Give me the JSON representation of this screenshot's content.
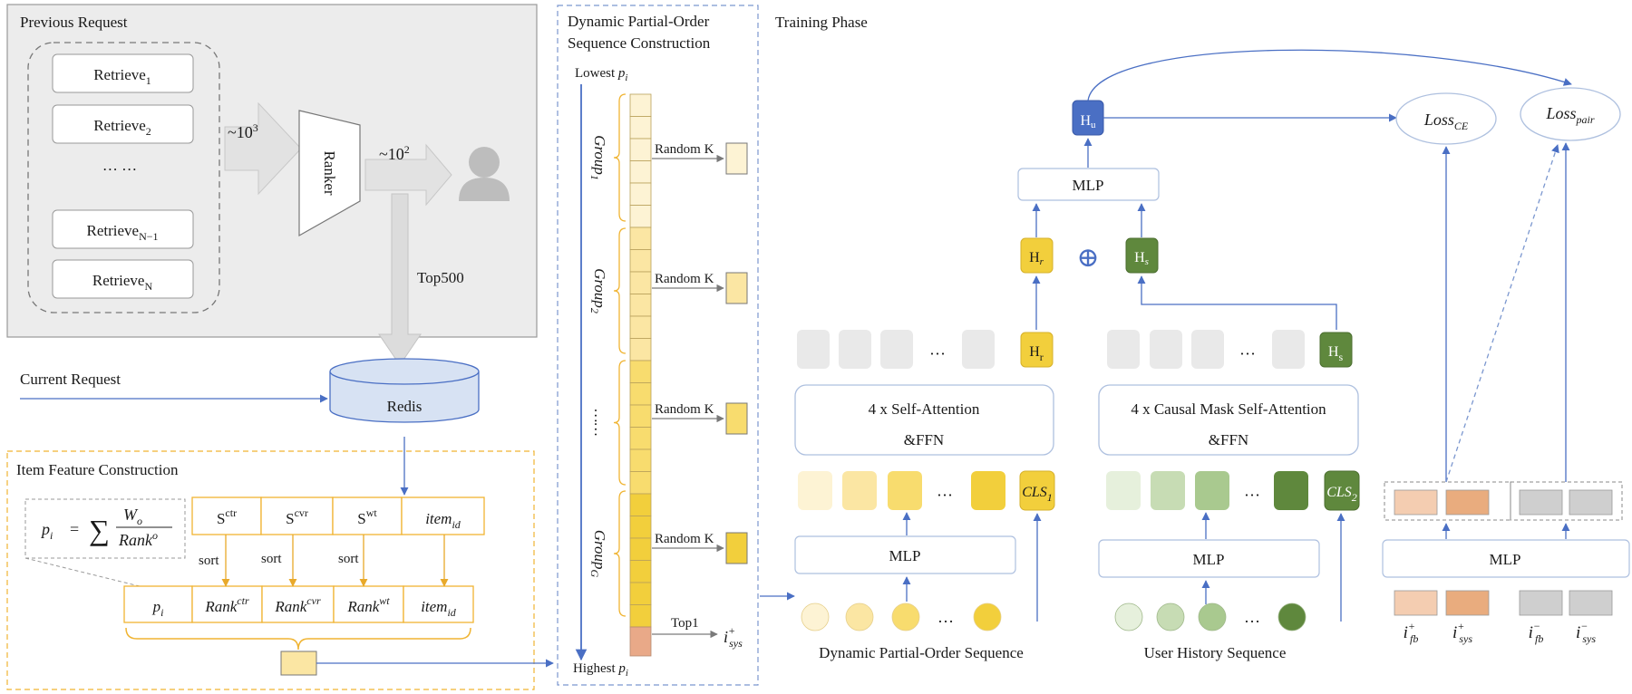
{
  "previous_request": {
    "title": "Previous Request",
    "retrieve_boxes": [
      {
        "base": "Retrieve",
        "sub": "1"
      },
      {
        "base": "Retrieve",
        "sub": "2"
      },
      {
        "base": "… …",
        "sub": ""
      },
      {
        "base": "Retrieve",
        "sub": "N−1"
      },
      {
        "base": "Retrieve",
        "sub": "N"
      }
    ],
    "count_in_base": "~10",
    "count_in_exp": "3",
    "ranker_label": "Ranker",
    "count_out_base": "~10",
    "count_out_exp": "2",
    "top500": "Top500"
  },
  "current_request": {
    "label": "Current Request",
    "redis_label": "Redis"
  },
  "item_feature": {
    "title": "Item Feature Construction",
    "formula": {
      "p": "p",
      "p_sub": "i",
      "eq": "=",
      "sum": "∑",
      "num_base": "W",
      "num_sub": "o",
      "den_base": "Rank",
      "den_sup": "o"
    },
    "scores": [
      {
        "base": "S",
        "sup": "ctr"
      },
      {
        "base": "S",
        "sup": "cvr"
      },
      {
        "base": "S",
        "sup": "wt"
      },
      {
        "base": "item",
        "sub": "id"
      }
    ],
    "sort_label": "sort",
    "ranks": [
      {
        "base": "p",
        "sub": "i"
      },
      {
        "base": "Rank",
        "sup": "ctr"
      },
      {
        "base": "Rank",
        "sup": "cvr"
      },
      {
        "base": "Rank",
        "sup": "wt"
      },
      {
        "base": "item",
        "sub": "id"
      }
    ]
  },
  "dpo": {
    "title_line1": "Dynamic Partial-Order",
    "title_line2": "Sequence Construction",
    "lowest": "Lowest ",
    "highest": "Highest ",
    "p": "p",
    "p_sub": "i",
    "groups": [
      {
        "base": "Group",
        "sub": "1"
      },
      {
        "base": "Group",
        "sub": "2"
      },
      {
        "base": "……",
        "sub": ""
      },
      {
        "base": "Group",
        "sub": "G"
      }
    ],
    "random_k": "Random K",
    "top1": "Top1",
    "isys_base": "i",
    "isys_sup": "+",
    "isys_sub": "sys"
  },
  "training": {
    "title": "Training Phase",
    "hu": {
      "base": "H",
      "sub": "u"
    },
    "hr": {
      "base": "H",
      "sub": "r"
    },
    "hs": {
      "base": "H",
      "sub": "s"
    },
    "mlp": "MLP",
    "plus": "⊕",
    "dots": "…",
    "loss_ce": {
      "base": "Loss",
      "sub": "CE"
    },
    "loss_pair": {
      "base": "Loss",
      "sub": "pair"
    },
    "self_attn_line1": "4 x Self-Attention",
    "self_attn_line2": "&FFN",
    "causal_attn_line1": "4 x Causal Mask Self-Attention",
    "causal_attn_line2": "&FFN",
    "cls1": {
      "base": "CLS",
      "sub": "1"
    },
    "cls2": {
      "base": "CLS",
      "sub": "2"
    },
    "dpo_seq_label": "Dynamic Partial-Order Sequence",
    "user_seq_label": "User History Sequence",
    "items": [
      {
        "base": "i",
        "sup": "+",
        "sub": "fb"
      },
      {
        "base": "i",
        "sup": "+",
        "sub": "sys"
      },
      {
        "base": "i",
        "sup": "−",
        "sub": "fb"
      },
      {
        "base": "i",
        "sup": "−",
        "sub": "sys"
      }
    ]
  },
  "colors": {
    "arrow_blue": "#4a6fc4",
    "yellow_dark": "#f2cf3c",
    "green_dark": "#5f883d",
    "hu_blue": "#4a6fc4",
    "box_border": "#aec0df",
    "orange_border": "#f0b432",
    "gray_panel": "#ececec"
  }
}
